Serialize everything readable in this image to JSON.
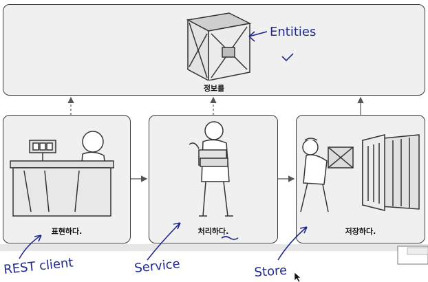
{
  "nodes": {
    "top": {
      "label": "정보를"
    },
    "present": {
      "label": "표현하다."
    },
    "process": {
      "label": "처리하다."
    },
    "store": {
      "label": "저장하다."
    }
  },
  "annotations": {
    "entities": "Entities",
    "rest_client": "REST client",
    "service": "Service",
    "store": "Store"
  },
  "colors": {
    "annotation_ink": "#1f2a8c",
    "box_fill": "#f0f0f0",
    "box_border": "#3a3a3a"
  },
  "icons": {
    "top": "wooden-crate-icon",
    "present": "person-at-counter-icon",
    "process": "person-carrying-box-icon",
    "store": "person-loading-container-icon"
  }
}
